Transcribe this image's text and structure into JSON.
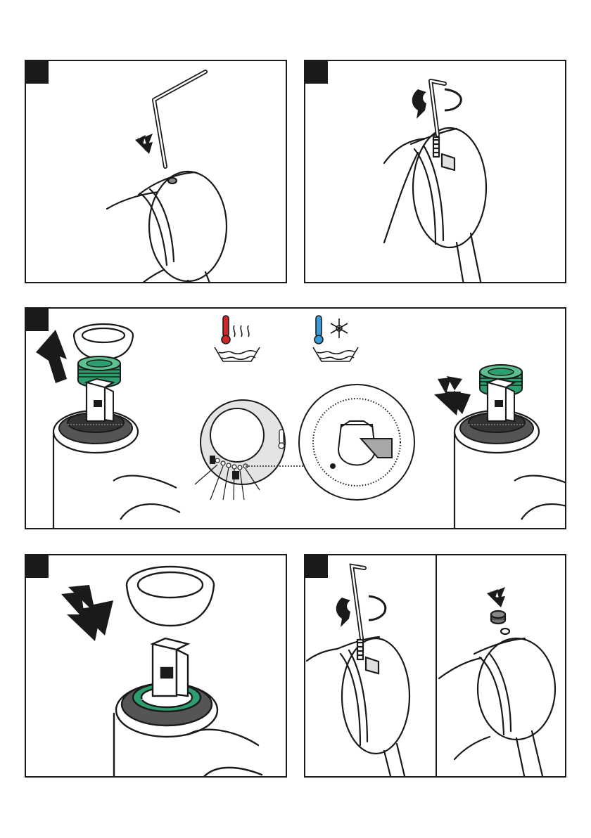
{
  "colors": {
    "line": "#1a1a1a",
    "cartridge_green": "#2e9e6e",
    "hot_red": "#d0262a",
    "cold_blue": "#3a9ad9",
    "ring_grey": "#e4e4e4",
    "shade_grey": "#a8a8a8"
  },
  "panels": [
    {
      "id": "step-1",
      "step_badge": "",
      "content": "hex-key-insert-into-lever"
    },
    {
      "id": "step-2",
      "step_badge": "",
      "content": "hex-key-loosen-screw"
    },
    {
      "id": "step-3",
      "step_badge": "",
      "content": "remove-cap-and-adjust-limiter"
    },
    {
      "id": "step-4",
      "step_badge": "",
      "content": "refit-cap"
    },
    {
      "id": "step-5",
      "step_badge": "",
      "content": "tighten-screw-and-insert-plug"
    }
  ],
  "icons": [
    "down-arrow-icon",
    "rotate-arrow-icon",
    "up-arrow-icon",
    "hot-water-icon",
    "cold-water-icon",
    "thermometer-icon"
  ]
}
